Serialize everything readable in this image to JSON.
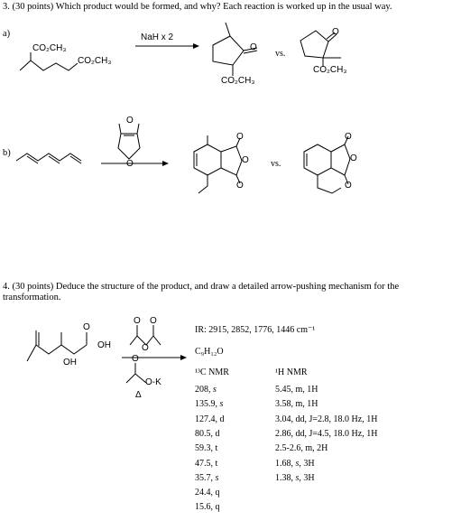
{
  "q3": {
    "text": "3.  (30 points) Which product would be formed, and why?  Each reaction is worked up in the usual way.",
    "part_a": "a)",
    "part_b": "b)",
    "reagent_a": "NaH x 2",
    "vs": "vs.",
    "co2ch3": "CO₂CH₃"
  },
  "q4": {
    "text": "4.  (30 points) Deduce the structure of the product, and draw a detailed arrow-pushing mechanism for the",
    "text2": "transformation.",
    "oh": "OH",
    "o": "O",
    "ok": "O-K",
    "delta": "Δ",
    "ir": "IR: 2915, 2852, 1776, 1446 cm⁻¹",
    "formula": "C₉H₁₂O",
    "c_nmr_header": "¹³C NMR",
    "h_nmr_header": "¹H NMR",
    "c_nmr": [
      {
        "shift": "208, ",
        "mult": "s"
      },
      {
        "shift": "135.9, ",
        "mult": "s"
      },
      {
        "shift": "127.4, d",
        "mult": ""
      },
      {
        "shift": "80.5, d",
        "mult": ""
      },
      {
        "shift": "59.3, t",
        "mult": ""
      },
      {
        "shift": "47.5, t",
        "mult": ""
      },
      {
        "shift": "35.7, ",
        "mult": "s"
      },
      {
        "shift": "24.4, q",
        "mult": ""
      },
      {
        "shift": "15.6, q",
        "mult": ""
      }
    ],
    "h_nmr": [
      {
        "pre": "5.45, m, 1H",
        "it": "",
        "post": ""
      },
      {
        "pre": "3.58, m, 1H",
        "it": "",
        "post": ""
      },
      {
        "pre": "3.04, dd, J=2.8, 18.0 Hz, 1H",
        "it": "",
        "post": ""
      },
      {
        "pre": "2.86, dd, J=4.5, 18.0 Hz, 1H",
        "it": "",
        "post": ""
      },
      {
        "pre": "2.5-2.6, m, 2H",
        "it": "",
        "post": ""
      },
      {
        "pre": "1.68, ",
        "it": "s",
        "post": ", 3H"
      },
      {
        "pre": "1.38, ",
        "it": "s",
        "post": ", 3H"
      }
    ]
  }
}
